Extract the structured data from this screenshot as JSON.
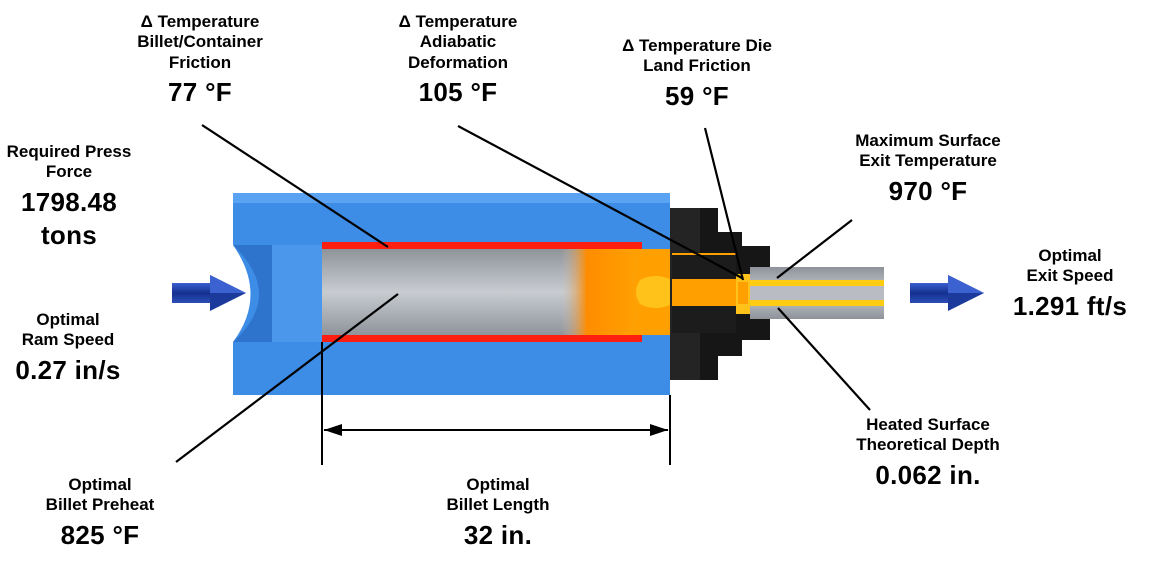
{
  "labels": {
    "billet_friction": {
      "line1": "Δ Temperature",
      "line2": "Billet/Container",
      "line3": "Friction",
      "value": "77 °F"
    },
    "adiabatic": {
      "line1": "Δ Temperature",
      "line2": "Adiabatic",
      "line3": "Deformation",
      "value": "105 °F"
    },
    "die_land": {
      "line1": "Δ Temperature Die",
      "line2": "Land Friction",
      "value": "59 °F"
    },
    "max_surface": {
      "line1": "Maximum Surface",
      "line2": "Exit Temperature",
      "value": "970 °F"
    },
    "press_force": {
      "line1": "Required Press",
      "line2": "Force",
      "value1": "1798.48",
      "value2": "tons"
    },
    "ram_speed": {
      "line1": "Optimal",
      "line2": "Ram Speed",
      "value": "0.27 in/s"
    },
    "exit_speed": {
      "line1": "Optimal",
      "line2": "Exit Speed",
      "value": "1.291 ft/s"
    },
    "heated_depth": {
      "line1": "Heated Surface",
      "line2": "Theoretical Depth",
      "value": "0.062 in."
    },
    "billet_preheat": {
      "line1": "Optimal",
      "line2": "Billet Preheat",
      "value": "825 °F"
    },
    "billet_length": {
      "line1": "Optimal",
      "line2": "Billet Length",
      "value": "32 in."
    }
  },
  "colors": {
    "container": "#3f8ee8",
    "container_light": "#8cc4ff",
    "billet": "#a9aeb4",
    "billet_hot": "#ff2a18",
    "deformation_hot": "#ff9a00",
    "deformation_yellow": "#ffd21a",
    "die": "#1a1a1a",
    "profile": "#b6bac0",
    "arrow": "#1f3d9e"
  }
}
